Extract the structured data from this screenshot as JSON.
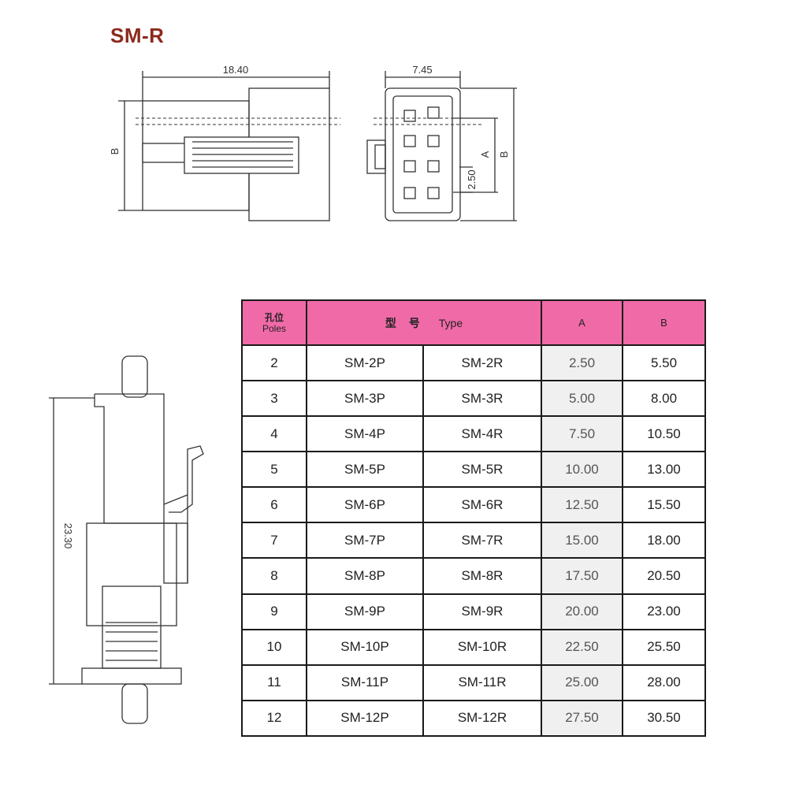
{
  "title": "SM-R",
  "dimensions": {
    "width_top": "18.40",
    "width_front": "7.45",
    "b_side": "B",
    "a_front": "A",
    "b_front": "B",
    "pitch": "2.50",
    "height_side": "23.30"
  },
  "table": {
    "headers": {
      "poles_cn": "孔位",
      "poles_en": "Poles",
      "type_cn": "型 号",
      "type_en": "Type",
      "a": "A",
      "b": "B"
    },
    "rows": [
      {
        "poles": "2",
        "p": "SM-2P",
        "r": "SM-2R",
        "a": "2.50",
        "b": "5.50"
      },
      {
        "poles": "3",
        "p": "SM-3P",
        "r": "SM-3R",
        "a": "5.00",
        "b": "8.00"
      },
      {
        "poles": "4",
        "p": "SM-4P",
        "r": "SM-4R",
        "a": "7.50",
        "b": "10.50"
      },
      {
        "poles": "5",
        "p": "SM-5P",
        "r": "SM-5R",
        "a": "10.00",
        "b": "13.00"
      },
      {
        "poles": "6",
        "p": "SM-6P",
        "r": "SM-6R",
        "a": "12.50",
        "b": "15.50"
      },
      {
        "poles": "7",
        "p": "SM-7P",
        "r": "SM-7R",
        "a": "15.00",
        "b": "18.00"
      },
      {
        "poles": "8",
        "p": "SM-8P",
        "r": "SM-8R",
        "a": "17.50",
        "b": "20.50"
      },
      {
        "poles": "9",
        "p": "SM-9P",
        "r": "SM-9R",
        "a": "20.00",
        "b": "23.00"
      },
      {
        "poles": "10",
        "p": "SM-10P",
        "r": "SM-10R",
        "a": "22.50",
        "b": "25.50"
      },
      {
        "poles": "11",
        "p": "SM-11P",
        "r": "SM-11R",
        "a": "25.00",
        "b": "28.00"
      },
      {
        "poles": "12",
        "p": "SM-12P",
        "r": "SM-12R",
        "a": "27.50",
        "b": "30.50"
      }
    ]
  },
  "colors": {
    "title": "#8b2a1c",
    "header_bg": "#f06aa8",
    "border": "#1a1a1a"
  }
}
